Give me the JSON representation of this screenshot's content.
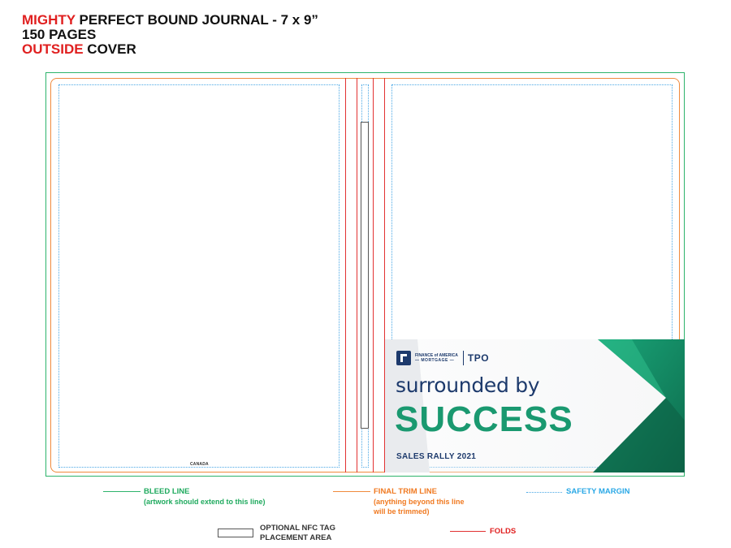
{
  "header": {
    "line1_highlight": "MIGHTY",
    "line1_rest": " PERFECT BOUND JOURNAL - 7 x 9”",
    "line2": "150 PAGES",
    "line3_highlight": "OUTSIDE",
    "line3_rest": " COVER"
  },
  "back_cover": {
    "imprint": "CANADA"
  },
  "front_cover": {
    "logo_name": "FINANCE of AMERICA",
    "logo_sub": "— MORTGAGE —",
    "logo_division": "TPO",
    "tagline": "surrounded by",
    "headline": "SUCCESS",
    "event": "SALES RALLY 2021"
  },
  "legend": {
    "bleed_title": "BLEED LINE",
    "bleed_note": "(artwork should extend to this line)",
    "trim_title": "FINAL TRIM LINE",
    "trim_note_1": "(anything beyond this line",
    "trim_note_2": "will be trimmed)",
    "safety_title": "SAFETY MARGIN",
    "nfc_line1": "OPTIONAL NFC TAG",
    "nfc_line2": "PLACEMENT AREA",
    "folds_title": "FOLDS"
  },
  "colors": {
    "bleed": "#2db36b",
    "trim": "#f08a3c",
    "safety": "#4aa8e6",
    "fold": "#e23232",
    "brand_navy": "#1d3a6c",
    "brand_green": "#1a9970"
  }
}
